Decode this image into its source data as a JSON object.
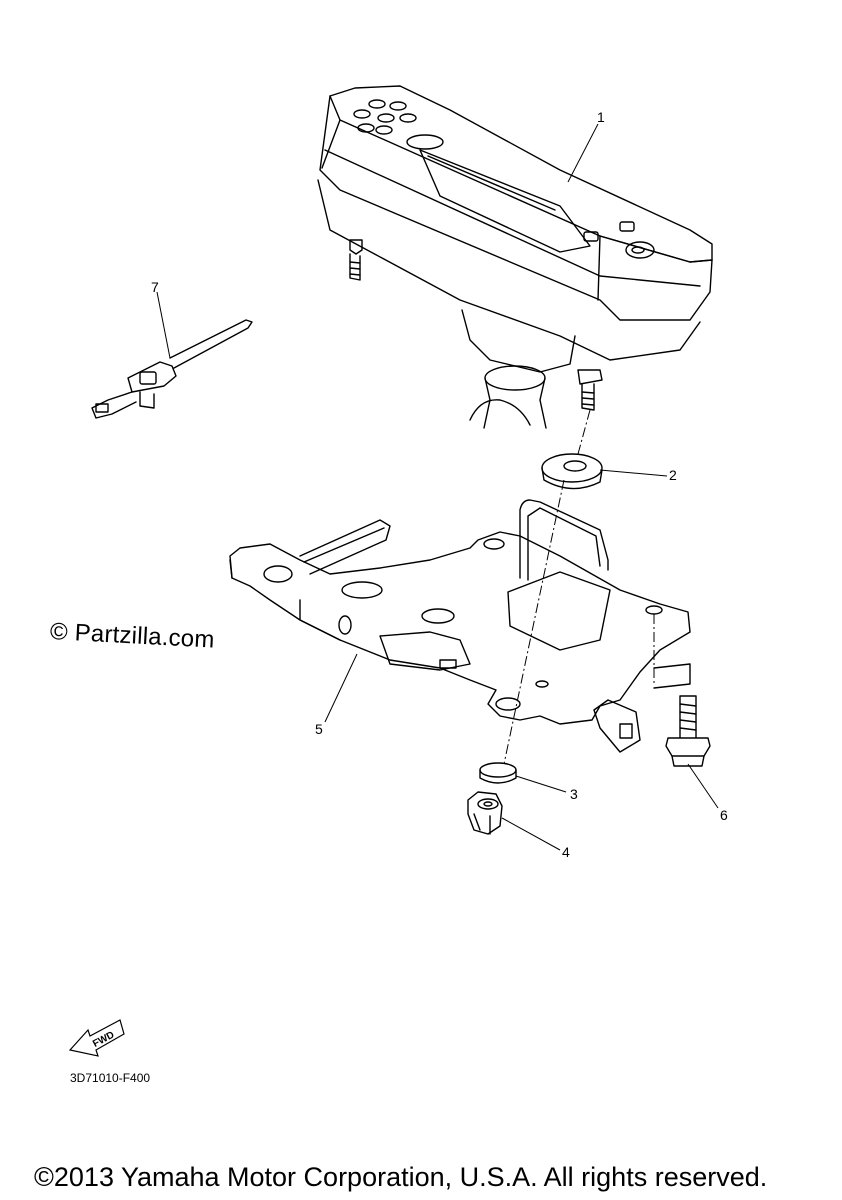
{
  "callouts": {
    "part1": "1",
    "part2": "2",
    "part3": "3",
    "part4": "4",
    "part5": "5",
    "part6": "6",
    "part7": "7"
  },
  "watermark": "© Partzilla.com",
  "fwd_label": "FWD",
  "drawing_code": "3D71010-F400",
  "copyright": "©2013 Yamaha Motor Corporation, U.S.A. All rights reserved."
}
